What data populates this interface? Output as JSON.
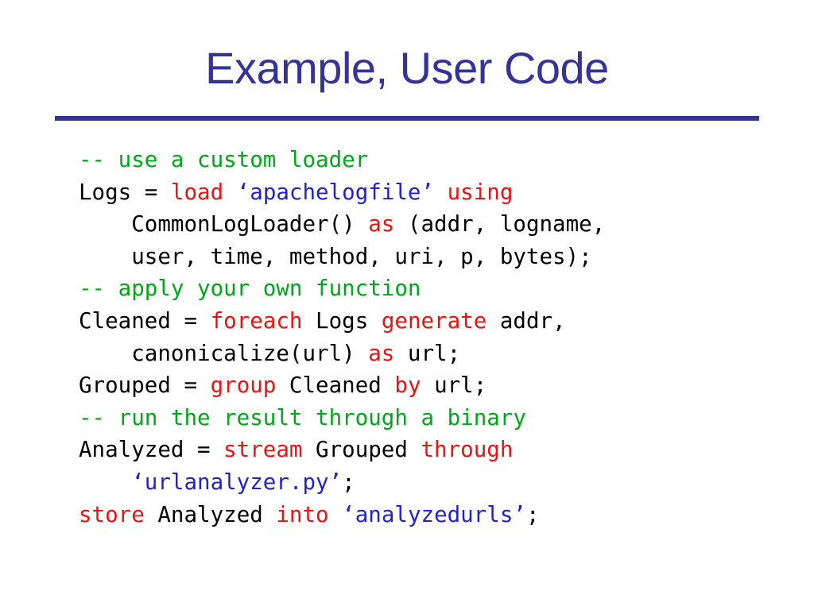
{
  "slide": {
    "title": "Example, User Code",
    "accent_color": "#333399",
    "background_color": "#ffffff",
    "rule": "horizontal-rule"
  },
  "palette": {
    "plain": "#000000",
    "comment": "#00a819",
    "keyword": "#ee1111",
    "string": "#2222cc",
    "title": "#333399"
  },
  "code": {
    "language": "pig-latin",
    "lines": [
      {
        "indent": 0,
        "tokens": [
          {
            "type": "comment",
            "text": "-- use a custom loader"
          }
        ]
      },
      {
        "indent": 0,
        "tokens": [
          {
            "type": "plain",
            "text": "Logs = "
          },
          {
            "type": "keyword",
            "text": "load"
          },
          {
            "type": "plain",
            "text": " "
          },
          {
            "type": "string",
            "text": "‘apachelogfile’"
          },
          {
            "type": "plain",
            "text": " "
          },
          {
            "type": "keyword",
            "text": "using"
          }
        ]
      },
      {
        "indent": 4,
        "tokens": [
          {
            "type": "plain",
            "text": "CommonLogLoader() "
          },
          {
            "type": "keyword",
            "text": "as"
          },
          {
            "type": "plain",
            "text": " (addr, logname,"
          }
        ]
      },
      {
        "indent": 4,
        "tokens": [
          {
            "type": "plain",
            "text": "user, time, method, uri, p, bytes);"
          }
        ]
      },
      {
        "indent": 0,
        "tokens": [
          {
            "type": "comment",
            "text": "-- apply your own function"
          }
        ]
      },
      {
        "indent": 0,
        "tokens": [
          {
            "type": "plain",
            "text": "Cleaned = "
          },
          {
            "type": "keyword",
            "text": "foreach"
          },
          {
            "type": "plain",
            "text": " Logs "
          },
          {
            "type": "keyword",
            "text": "generate"
          },
          {
            "type": "plain",
            "text": " addr,"
          }
        ]
      },
      {
        "indent": 4,
        "tokens": [
          {
            "type": "plain",
            "text": "canonicalize(url) "
          },
          {
            "type": "keyword",
            "text": "as"
          },
          {
            "type": "plain",
            "text": " url;"
          }
        ]
      },
      {
        "indent": 0,
        "tokens": [
          {
            "type": "plain",
            "text": "Grouped = "
          },
          {
            "type": "keyword",
            "text": "group"
          },
          {
            "type": "plain",
            "text": " Cleaned "
          },
          {
            "type": "keyword",
            "text": "by"
          },
          {
            "type": "plain",
            "text": " url;"
          }
        ]
      },
      {
        "indent": 0,
        "tokens": [
          {
            "type": "comment",
            "text": "-- run the result through a binary"
          }
        ]
      },
      {
        "indent": 0,
        "tokens": [
          {
            "type": "plain",
            "text": "Analyzed = "
          },
          {
            "type": "keyword",
            "text": "stream"
          },
          {
            "type": "plain",
            "text": " Grouped "
          },
          {
            "type": "keyword",
            "text": "through"
          }
        ]
      },
      {
        "indent": 4,
        "tokens": [
          {
            "type": "string",
            "text": "‘urlanalyzer.py’"
          },
          {
            "type": "plain",
            "text": ";"
          }
        ]
      },
      {
        "indent": 0,
        "tokens": [
          {
            "type": "keyword",
            "text": "store"
          },
          {
            "type": "plain",
            "text": " Analyzed "
          },
          {
            "type": "keyword",
            "text": "into"
          },
          {
            "type": "plain",
            "text": " "
          },
          {
            "type": "string",
            "text": "‘analyzedurls’"
          },
          {
            "type": "plain",
            "text": ";"
          }
        ]
      }
    ]
  }
}
